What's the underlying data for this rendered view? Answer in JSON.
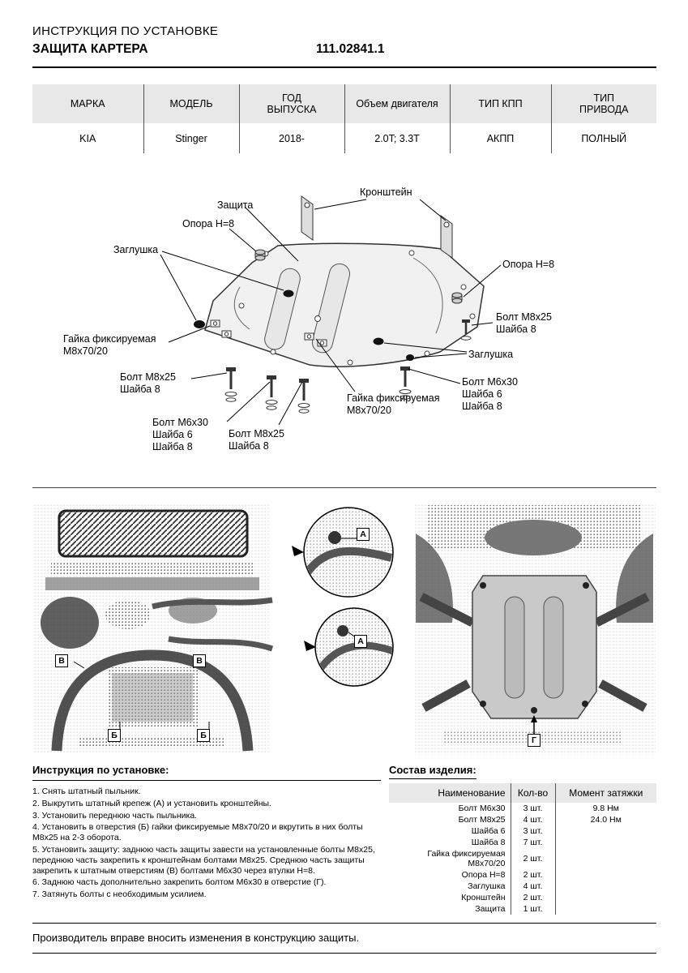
{
  "header": {
    "title": "ИНСТРУКЦИЯ ПО УСТАНОВКЕ",
    "subtitle": "ЗАЩИТА КАРТЕРА",
    "part_number": "111.02841.1"
  },
  "colors": {
    "table_header_bg": "#e8e8e8"
  },
  "spec_table": {
    "headers": [
      "МАРКА",
      "МОДЕЛЬ",
      "ГОД\nВЫПУСКА",
      "Объем двигателя",
      "ТИП КПП",
      "ТИП\nПРИВОДА"
    ],
    "row": [
      "KIA",
      "Stinger",
      "2018-",
      "2.0T; 3.3T",
      "АКПП",
      "ПОЛНЫЙ"
    ]
  },
  "diagram": {
    "labels": {
      "kronshtein": "Кронштейн",
      "zashchita": "Защита",
      "opora_left": "Опора Н=8",
      "zaglushka_left": "Заглушка",
      "opora_right": "Опора Н=8",
      "bolt_m8_right": "Болт М8х25\nШайба 8",
      "gaika_left": "Гайка фиксируемая\nМ8х70/20",
      "zaglushka_right": "Заглушка",
      "bolt_m8_left": "Болт М8х25\nШайба 8",
      "bolt_m6_right": "Болт М6х30\nШайба 6\nШайба 8",
      "bolt_m6_center": "Болт М6х30\nШайба 6\nШайба 8",
      "bolt_m8_center": "Болт М8х25\nШайба 8",
      "gaika_center": "Гайка фиксируемая\nМ8х70/20"
    }
  },
  "photos": {
    "markers": {
      "a": "А",
      "b": "Б",
      "v": "В",
      "g": "Г"
    }
  },
  "instructions": {
    "heading": "Инструкция по установке:",
    "items": [
      "1. Снять штатный пыльник.",
      "2. Выкрутить штатный крепеж (А) и установить кронштейны.",
      "3. Установить переднюю часть пыльника.",
      "4. Установить в отверстия (Б) гайки фиксируемые М8х70/20 и вкрутить в них болты М8х25 на 2-3 оборота.",
      "5. Установить защиту: заднюю часть защиты завести на установленные болты М8х25, переднюю часть закрепить к кронштейнам болтами М8х25. Среднюю часть защиты закрепить к штатным отверстиям (В) болтами М6х30 через втулки Н=8.",
      "6. Заднюю часть дополнительно закрепить болтом М6х30 в отверстие (Г).",
      "7. Затянуть болты с необходимым усилием."
    ]
  },
  "parts": {
    "heading": "Состав изделия:",
    "headers": [
      "Наименование",
      "Кол-во",
      "Момент затяжки"
    ],
    "rows": [
      {
        "name": "Болт М6х30",
        "qty": "3 шт.",
        "torque": "9.8 Нм"
      },
      {
        "name": "Болт М8х25",
        "qty": "4 шт.",
        "torque": "24.0 Нм"
      },
      {
        "name": "Шайба 6",
        "qty": "3 шт.",
        "torque": ""
      },
      {
        "name": "Шайба 8",
        "qty": "7 шт.",
        "torque": ""
      },
      {
        "name": "Гайка фиксируемая М8х70/20",
        "qty": "2 шт.",
        "torque": ""
      },
      {
        "name": "Опора Н=8",
        "qty": "2 шт.",
        "torque": ""
      },
      {
        "name": "Заглушка",
        "qty": "4 шт.",
        "torque": ""
      },
      {
        "name": "Кронштейн",
        "qty": "2 шт.",
        "torque": ""
      },
      {
        "name": "Защита",
        "qty": "1 шт.",
        "torque": ""
      }
    ]
  },
  "footer": {
    "note": "Производитель вправе вносить изменения в конструкцию защиты."
  }
}
